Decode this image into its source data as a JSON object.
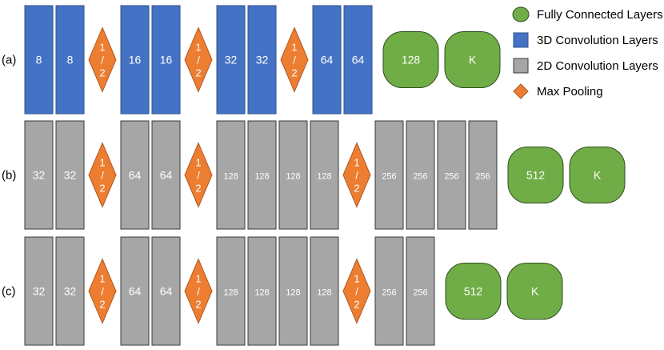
{
  "colors": {
    "conv3d": "#4472c4",
    "conv3d_stroke": "#2f528f",
    "conv2d": "#a6a6a6",
    "conv2d_stroke": "#3a3a3a",
    "pool": "#ed7d31",
    "pool_stroke": "#ae5a21",
    "fc": "#70ad47",
    "fc_stroke": "#2f4f1f"
  },
  "legend": [
    {
      "kind": "fc",
      "label": "Fully Connected Layers"
    },
    {
      "kind": "conv3d",
      "label": "3D Convolution Layers"
    },
    {
      "kind": "conv2d",
      "label": "2D Convolution Layers"
    },
    {
      "kind": "pool",
      "label": "Max Pooling"
    }
  ],
  "rows": [
    {
      "label": "(a)",
      "layers": [
        {
          "kind": "conv3d",
          "text": "8"
        },
        {
          "kind": "conv3d",
          "text": "8"
        },
        {
          "kind": "pool",
          "text": "1/2"
        },
        {
          "kind": "conv3d",
          "text": "16"
        },
        {
          "kind": "conv3d",
          "text": "16"
        },
        {
          "kind": "pool",
          "text": "1/2"
        },
        {
          "kind": "conv3d",
          "text": "32"
        },
        {
          "kind": "conv3d",
          "text": "32"
        },
        {
          "kind": "pool",
          "text": "1/2"
        },
        {
          "kind": "conv3d",
          "text": "64"
        },
        {
          "kind": "conv3d",
          "text": "64"
        },
        {
          "kind": "fc",
          "text": "128"
        },
        {
          "kind": "fc",
          "text": "K"
        }
      ]
    },
    {
      "label": "(b)",
      "layers": [
        {
          "kind": "conv2d",
          "text": "32"
        },
        {
          "kind": "conv2d",
          "text": "32"
        },
        {
          "kind": "pool",
          "text": "1/2"
        },
        {
          "kind": "conv2d",
          "text": "64"
        },
        {
          "kind": "conv2d",
          "text": "64"
        },
        {
          "kind": "pool",
          "text": "1/2"
        },
        {
          "kind": "conv2d",
          "text": "128"
        },
        {
          "kind": "conv2d",
          "text": "128"
        },
        {
          "kind": "conv2d",
          "text": "128"
        },
        {
          "kind": "conv2d",
          "text": "128"
        },
        {
          "kind": "pool",
          "text": "1/2"
        },
        {
          "kind": "conv2d",
          "text": "256"
        },
        {
          "kind": "conv2d",
          "text": "256"
        },
        {
          "kind": "conv2d",
          "text": "256"
        },
        {
          "kind": "conv2d",
          "text": "256"
        },
        {
          "kind": "fc",
          "text": "512"
        },
        {
          "kind": "fc",
          "text": "K"
        }
      ]
    },
    {
      "label": "(c)",
      "layers": [
        {
          "kind": "conv2d",
          "text": "32"
        },
        {
          "kind": "conv2d",
          "text": "32"
        },
        {
          "kind": "pool",
          "text": "1/2"
        },
        {
          "kind": "conv2d",
          "text": "64"
        },
        {
          "kind": "conv2d",
          "text": "64"
        },
        {
          "kind": "pool",
          "text": "1/2"
        },
        {
          "kind": "conv2d",
          "text": "128"
        },
        {
          "kind": "conv2d",
          "text": "128"
        },
        {
          "kind": "conv2d",
          "text": "128"
        },
        {
          "kind": "conv2d",
          "text": "128"
        },
        {
          "kind": "pool",
          "text": "1/2"
        },
        {
          "kind": "conv2d",
          "text": "256"
        },
        {
          "kind": "conv2d",
          "text": "256"
        },
        {
          "kind": "fc",
          "text": "512"
        },
        {
          "kind": "fc",
          "text": "K"
        }
      ]
    }
  ]
}
